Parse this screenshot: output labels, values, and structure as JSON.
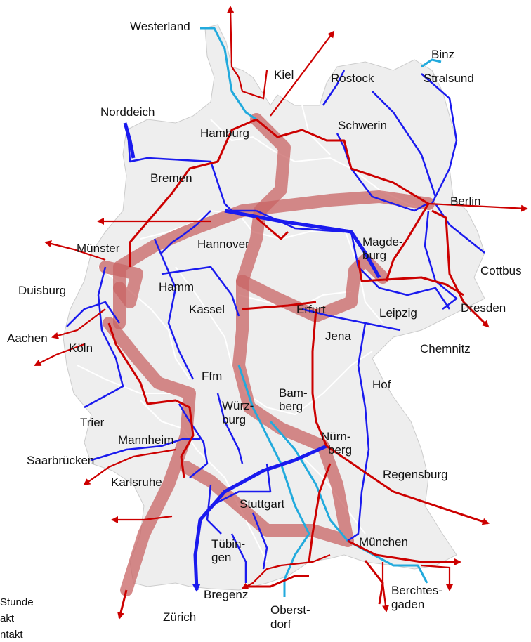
{
  "colors": {
    "land": "#eeeeee",
    "border": "#cfcfcf",
    "corridor_glow": "#c86464",
    "ic_red": "#cc0000",
    "ic_blue": "#1a1aee",
    "regional_cyan": "#22aadd"
  },
  "cities": [
    {
      "id": "westerland",
      "label": "Westerland"
    },
    {
      "id": "binz",
      "label": "Binz"
    },
    {
      "id": "kiel",
      "label": "Kiel"
    },
    {
      "id": "rostock",
      "label": "Rostock"
    },
    {
      "id": "stralsund",
      "label": "Stralsund"
    },
    {
      "id": "norddeich",
      "label": "Norddeich"
    },
    {
      "id": "schwerin",
      "label": "Schwerin"
    },
    {
      "id": "hamburg",
      "label": "Hamburg"
    },
    {
      "id": "bremen",
      "label": "Bremen"
    },
    {
      "id": "berlin",
      "label": "Berlin"
    },
    {
      "id": "muenster",
      "label": "Münster"
    },
    {
      "id": "hannover",
      "label": "Hannover"
    },
    {
      "id": "magdeburg1",
      "label": "Magde-"
    },
    {
      "id": "magdeburg2",
      "label": "burg"
    },
    {
      "id": "cottbus",
      "label": "Cottbus"
    },
    {
      "id": "duisburg",
      "label": "Duisburg"
    },
    {
      "id": "hamm",
      "label": "Hamm"
    },
    {
      "id": "kassel",
      "label": "Kassel"
    },
    {
      "id": "erfurt",
      "label": "Erfurt"
    },
    {
      "id": "leipzig",
      "label": "Leipzig"
    },
    {
      "id": "dresden",
      "label": "Dresden"
    },
    {
      "id": "aachen",
      "label": "Aachen"
    },
    {
      "id": "koeln",
      "label": "Köln"
    },
    {
      "id": "jena",
      "label": "Jena"
    },
    {
      "id": "chemnitz",
      "label": "Chemnitz"
    },
    {
      "id": "ffm",
      "label": "Ffm"
    },
    {
      "id": "hof",
      "label": "Hof"
    },
    {
      "id": "bamberg1",
      "label": "Bam-"
    },
    {
      "id": "bamberg2",
      "label": "berg"
    },
    {
      "id": "trier",
      "label": "Trier"
    },
    {
      "id": "wuerzburg1",
      "label": "Würz-"
    },
    {
      "id": "wuerzburg2",
      "label": "burg"
    },
    {
      "id": "mannheim",
      "label": "Mannheim"
    },
    {
      "id": "nuernberg1",
      "label": "Nürn-"
    },
    {
      "id": "nuernberg2",
      "label": "berg"
    },
    {
      "id": "saarbruecken",
      "label": "Saarbrücken"
    },
    {
      "id": "regensburg",
      "label": "Regensburg"
    },
    {
      "id": "karlsruhe",
      "label": "Karlsruhe"
    },
    {
      "id": "stuttgart",
      "label": "Stuttgart"
    },
    {
      "id": "tuebingen1",
      "label": "Tübin-"
    },
    {
      "id": "tuebingen2",
      "label": "gen"
    },
    {
      "id": "muenchen",
      "label": "München"
    },
    {
      "id": "berchtesgaden1",
      "label": "Berchtes-"
    },
    {
      "id": "berchtesgaden2",
      "label": "gaden"
    },
    {
      "id": "bregenz",
      "label": "Bregenz"
    },
    {
      "id": "oberstdorf1",
      "label": "Oberst-"
    },
    {
      "id": "oberstdorf2",
      "label": "dorf"
    },
    {
      "id": "zuerich",
      "label": "Zürich"
    }
  ],
  "legend": {
    "items": [
      {
        "label": "Stunde"
      },
      {
        "label": "akt"
      },
      {
        "label": "ntakt"
      }
    ]
  }
}
